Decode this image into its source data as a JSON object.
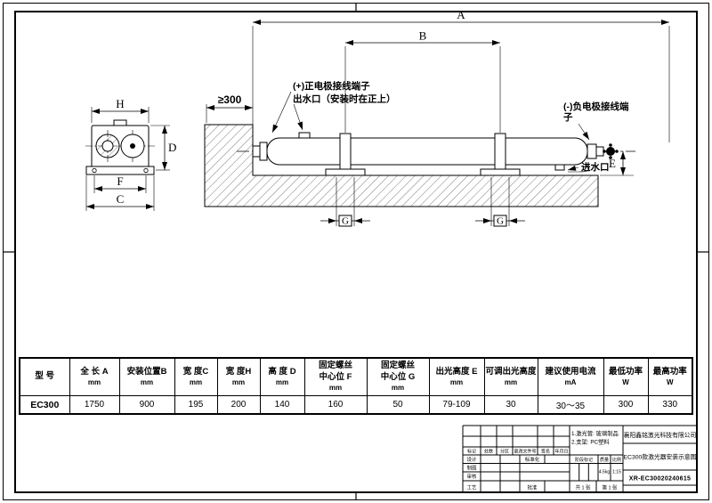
{
  "drawing": {
    "dim_labels": {
      "A": "A",
      "B": "B",
      "C": "C",
      "D": "D",
      "E": "E",
      "F": "F",
      "G": "G",
      "H": "H",
      "clearance": "≥300"
    },
    "callouts": {
      "positive_terminal": "(+)正电极接线端子",
      "water_outlet": "出水口（安装时在正上）",
      "negative_terminal_line1": "(-)负电极接线端",
      "negative_terminal_line2": "子",
      "water_inlet": "进水口"
    }
  },
  "table": {
    "columns": [
      {
        "name": "型 号",
        "unit": "",
        "value": "EC300"
      },
      {
        "name": "全 长 A",
        "unit": "mm",
        "value": "1750"
      },
      {
        "name": "安装位置B",
        "unit": "mm",
        "value": "900"
      },
      {
        "name": "宽 度C",
        "unit": "mm",
        "value": "195"
      },
      {
        "name": "宽 度H",
        "unit": "mm",
        "value": "200"
      },
      {
        "name": "高 度 D",
        "unit": "mm",
        "value": "140"
      },
      {
        "name": "固定螺丝",
        "name2": "中心位 F",
        "unit": "mm",
        "value": "160"
      },
      {
        "name": "固定螺丝",
        "name2": "中心位 G",
        "unit": "mm",
        "value": "50"
      },
      {
        "name": "出光高度 E",
        "unit": "mm",
        "value": "79-109"
      },
      {
        "name": "可调出光高度",
        "unit": "mm",
        "value": "30"
      },
      {
        "name": "建议使用电流",
        "unit": "mA",
        "value": "30～35"
      },
      {
        "name": "最低功率",
        "unit": "W",
        "value": "300"
      },
      {
        "name": "最高功率",
        "unit": "W",
        "value": "330"
      }
    ]
  },
  "titleblock": {
    "notes": {
      "line1": "1.激光管: 玻璃制品",
      "line2": "2.支架: PC塑料"
    },
    "company": "襄阳鑫铭激光科技有限公司",
    "drawing_title": "EC300款激光器安装示意图",
    "drawing_number": "XR-EC30020240615",
    "labels": {
      "mark": "标记",
      "count": "处数",
      "zone": "分区",
      "change_doc": "更改文件号",
      "signature": "签名",
      "date": "年月日",
      "design": "设计",
      "draft": "制图",
      "check": "审核",
      "craft": "工艺",
      "standardize": "标准化",
      "approve": "批准",
      "stage_mark": "阶段标记",
      "weight": "质量",
      "scale": "比例",
      "weight_value": "4.5kg",
      "scale_value": "1:15",
      "sheet_total": "共 1 张",
      "sheet_number": "第 1 张"
    }
  }
}
